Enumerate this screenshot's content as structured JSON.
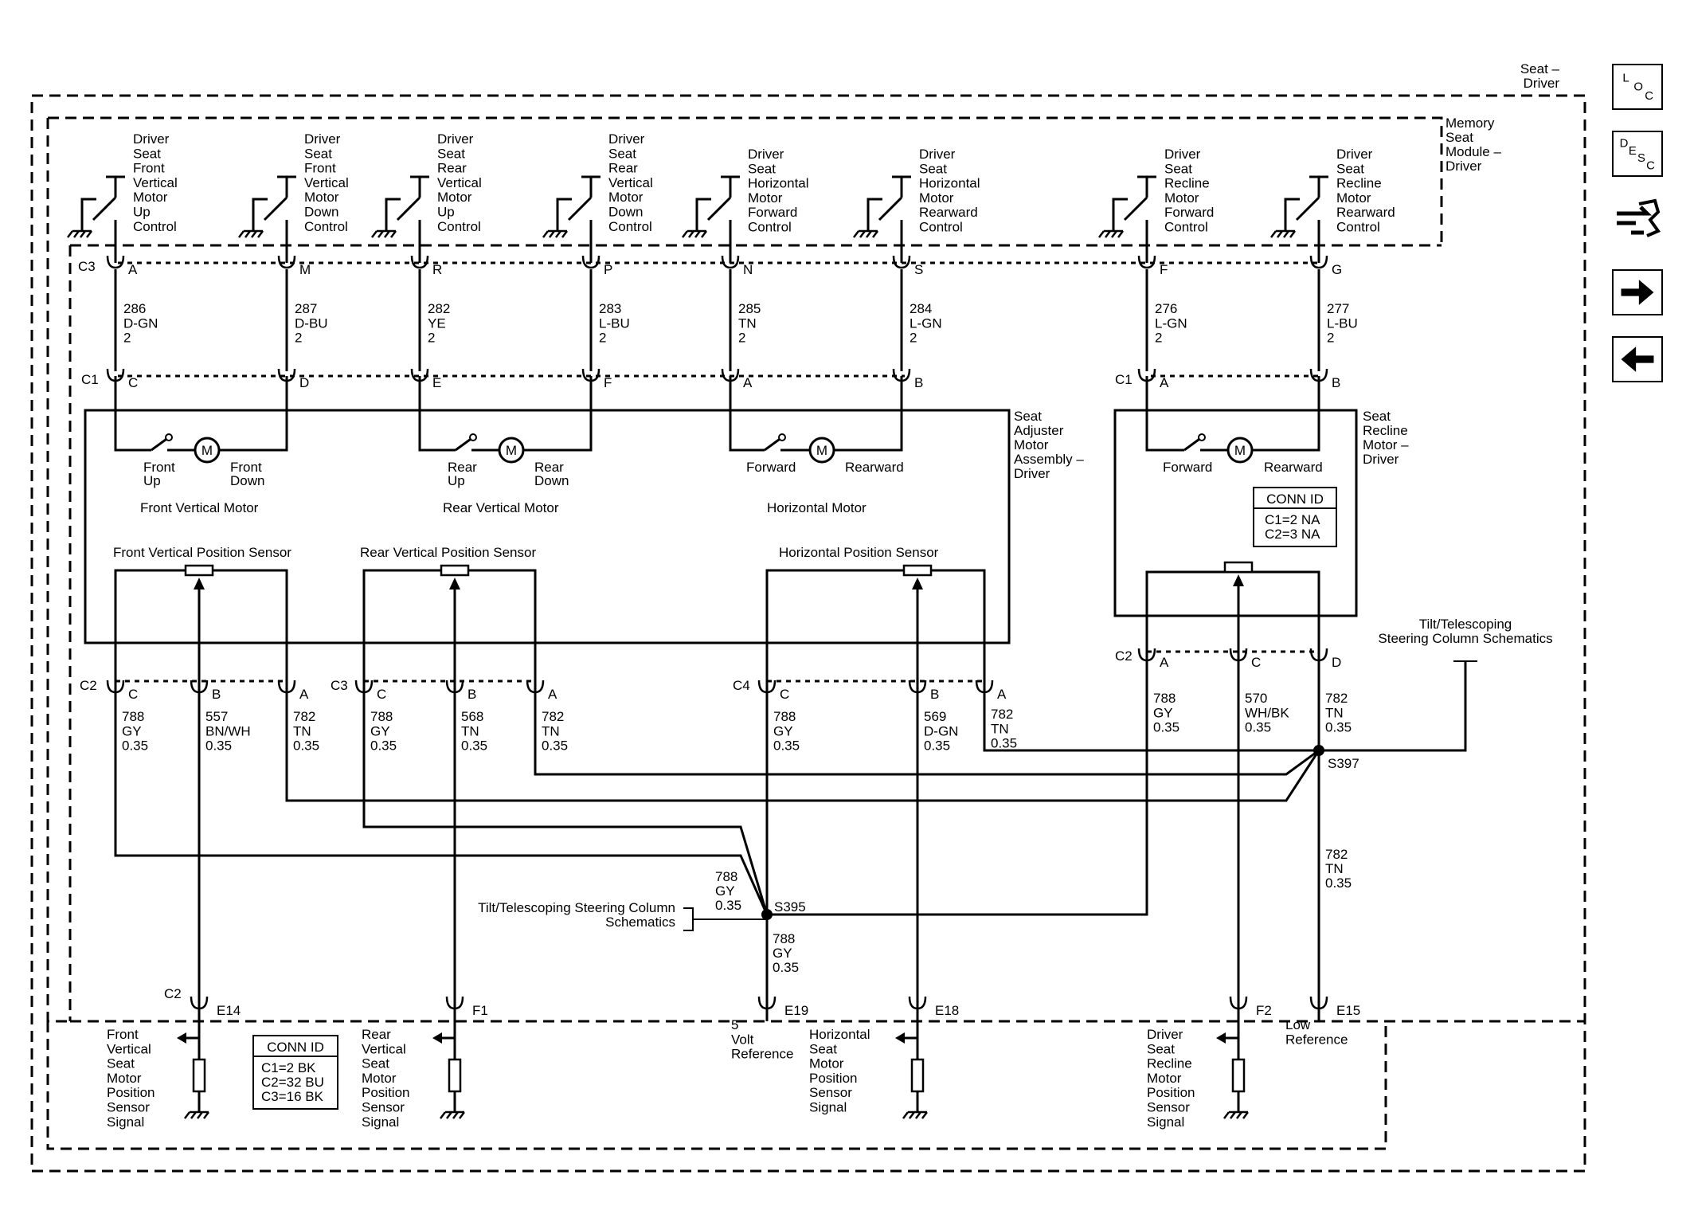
{
  "frame_labels": {
    "seat_driver": [
      "Seat –",
      "Driver"
    ],
    "memory_module": [
      "Memory",
      "Seat",
      "Module –",
      "Driver"
    ],
    "adjuster": [
      "Seat",
      "Adjuster",
      "Motor",
      "Assembly –",
      "Driver"
    ],
    "recline_motor": [
      "Seat",
      "Recline",
      "Motor –",
      "Driver"
    ]
  },
  "nav": {
    "loc_letters": [
      "L",
      "O",
      "C"
    ],
    "desc_letters": [
      "D",
      "E",
      "S",
      "C"
    ]
  },
  "switches": [
    {
      "label": [
        "Driver",
        "Seat",
        "Front",
        "Vertical",
        "Motor",
        "Up",
        "Control"
      ]
    },
    {
      "label": [
        "Driver",
        "Seat",
        "Front",
        "Vertical",
        "Motor",
        "Down",
        "Control"
      ]
    },
    {
      "label": [
        "Driver",
        "Seat",
        "Rear",
        "Vertical",
        "Motor",
        "Up",
        "Control"
      ]
    },
    {
      "label": [
        "Driver",
        "Seat",
        "Rear",
        "Vertical",
        "Motor",
        "Down",
        "Control"
      ]
    },
    {
      "label": [
        "Driver",
        "Seat",
        "Horizontal",
        "Motor",
        "Forward",
        "Control"
      ]
    },
    {
      "label": [
        "Driver",
        "Seat",
        "Horizontal",
        "Motor",
        "Rearward",
        "Control"
      ]
    },
    {
      "label": [
        "Driver",
        "Seat",
        "Recline",
        "Motor",
        "Forward",
        "Control"
      ]
    },
    {
      "label": [
        "Driver",
        "Seat",
        "Recline",
        "Motor",
        "Rearward",
        "Control"
      ]
    }
  ],
  "connectors": {
    "c3_top": {
      "name": "C3",
      "pins": [
        "A",
        "M",
        "R",
        "P",
        "N",
        "S",
        "F",
        "G"
      ]
    },
    "c1_left": {
      "name": "C1",
      "pins": [
        "C",
        "D",
        "E",
        "F",
        "A",
        "B"
      ]
    },
    "c1_right": {
      "name": "C1",
      "pins": [
        "A",
        "B"
      ]
    },
    "c2_bottom": {
      "name": "C2",
      "pins": [
        "C",
        "B",
        "A"
      ]
    },
    "c3_bottom": {
      "name": "C3",
      "pins": [
        "C",
        "B",
        "A"
      ]
    },
    "c4_bottom": {
      "name": "C4",
      "pins": [
        "C",
        "B",
        "A"
      ]
    },
    "c2_recline": {
      "name": "C2",
      "pins": [
        "A",
        "C",
        "D"
      ]
    },
    "bottom_row": {
      "name": "C2",
      "pins": [
        "E14",
        "F1",
        "E19",
        "E18",
        "F2",
        "E15"
      ]
    }
  },
  "motor_wires": [
    [
      "286",
      "D-GN",
      "2"
    ],
    [
      "287",
      "D-BU",
      "2"
    ],
    [
      "282",
      "YE",
      "2"
    ],
    [
      "283",
      "L-BU",
      "2"
    ],
    [
      "285",
      "TN",
      "2"
    ],
    [
      "284",
      "L-GN",
      "2"
    ],
    [
      "276",
      "L-GN",
      "2"
    ],
    [
      "277",
      "L-BU",
      "2"
    ]
  ],
  "motors": {
    "front": {
      "left": [
        "Front",
        "Up"
      ],
      "right": [
        "Front",
        "Down"
      ],
      "name": "Front Vertical Motor"
    },
    "rear": {
      "left": [
        "Rear",
        "Up"
      ],
      "right": [
        "Rear",
        "Down"
      ],
      "name": "Rear Vertical Motor"
    },
    "horizontal": {
      "left": "Forward",
      "right": "Rearward",
      "name": "Horizontal Motor"
    },
    "recline": {
      "left": "Forward",
      "right": "Rearward"
    },
    "m_symbol": "M"
  },
  "sensors": {
    "front": "Front Vertical Position Sensor",
    "rear": "Rear Vertical Position Sensor",
    "horizontal": "Horizontal Position Sensor"
  },
  "sensor_wires": [
    [
      "788",
      "GY",
      "0.35"
    ],
    [
      "557",
      "BN/WH",
      "0.35"
    ],
    [
      "782",
      "TN",
      "0.35"
    ],
    [
      "788",
      "GY",
      "0.35"
    ],
    [
      "568",
      "TN",
      "0.35"
    ],
    [
      "782",
      "TN",
      "0.35"
    ],
    [
      "788",
      "GY",
      "0.35"
    ],
    [
      "569",
      "D-GN",
      "0.35"
    ],
    [
      "782",
      "TN",
      "0.35"
    ],
    [
      "788",
      "GY",
      "0.35"
    ],
    [
      "570",
      "WH/BK",
      "0.35"
    ],
    [
      "782",
      "TN",
      "0.35"
    ]
  ],
  "conn_id_top": {
    "title": "CONN ID",
    "lines": [
      "C1=2 NA",
      "C2=3 NA"
    ]
  },
  "conn_id_bottom": {
    "title": "CONN ID",
    "lines": [
      "C1=2 BK",
      "C2=32 BU",
      "C3=16 BK"
    ]
  },
  "splices": {
    "s395": "S395",
    "s397": "S397",
    "s395_wire_above": [
      "788",
      "GY",
      "0.35"
    ],
    "s395_wire_below": [
      "788",
      "GY",
      "0.35"
    ],
    "s397_wire_below": [
      "782",
      "TN",
      "0.35"
    ]
  },
  "references": {
    "tilt_top": [
      "Tilt/Telescoping",
      "Steering Column Schematics"
    ],
    "tilt_mid": [
      "Tilt/Telescoping Steering Column",
      "Schematics"
    ]
  },
  "outputs": {
    "front": [
      "Front",
      "Vertical",
      "Seat",
      "Motor",
      "Position",
      "Sensor",
      "Signal"
    ],
    "rear": [
      "Rear",
      "Vertical",
      "Seat",
      "Motor",
      "Position",
      "Sensor",
      "Signal"
    ],
    "five_volt": [
      "5",
      "Volt",
      "Reference"
    ],
    "horizontal": [
      "Horizontal",
      "Seat",
      "Motor",
      "Position",
      "Sensor",
      "Signal"
    ],
    "recline": [
      "Driver",
      "Seat",
      "Recline",
      "Motor",
      "Position",
      "Sensor",
      "Signal"
    ],
    "low_ref": [
      "Low",
      "Reference"
    ]
  }
}
